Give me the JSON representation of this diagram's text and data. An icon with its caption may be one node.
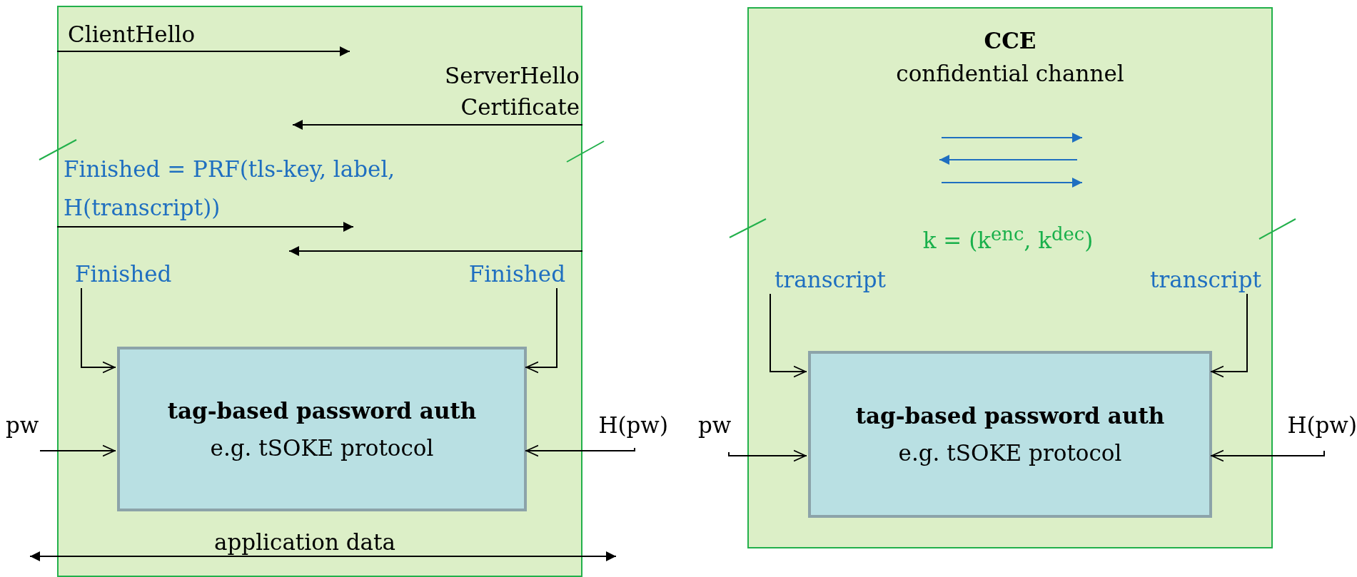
{
  "diagram": {
    "nodes": [
      {
        "text": [],
        "shape": "box"
      },
      {
        "text": [
          "Finished"
        ],
        "in": 0
      },
      {
        "text": [
          "Finished"
        ],
        "in": 0
      },
      {
        "text": [
          "tag-based password auth",
          "e.g. tSOKE protocol"
        ],
        "in": 0
      },
      {
        "text": [
          "pw"
        ]
      },
      {
        "text": [
          "H(pw)"
        ]
      },
      {
        "text": [
          "CCE",
          "confidential channel"
        ]
      },
      {
        "text": [
          "transcript"
        ],
        "in": 6
      },
      {
        "text": [
          "transcript"
        ],
        "in": 6
      },
      {
        "text": [
          "tag-based password auth",
          "e.g. tSOKE protocol"
        ],
        "in": 6
      },
      {
        "text": [
          "pw"
        ]
      },
      {
        "text": [
          "H(pw)"
        ]
      }
    ],
    "edges": [
      {
        "from": 0,
        "to": null,
        "arrow": "to",
        "label": "ClientHello"
      },
      {
        "from": 0,
        "to": null,
        "arrow": "to",
        "label": "ServerHello Certificate"
      },
      {
        "from": 0,
        "to": null,
        "arrow": "to",
        "label": "Finished = PRF(tls-key, label, H(transcript))"
      },
      {
        "from": 0,
        "to": null,
        "arrow": "to"
      },
      {
        "from": 1,
        "to": 3,
        "arrow": "to"
      },
      {
        "from": 2,
        "to": 3,
        "arrow": "to"
      },
      {
        "from": 4,
        "to": 3,
        "arrow": "to"
      },
      {
        "from": 5,
        "to": 3,
        "arrow": "to"
      },
      {
        "from": 7,
        "to": 9,
        "arrow": "to"
      },
      {
        "from": 8,
        "to": 9,
        "arrow": "to"
      },
      {
        "from": 10,
        "to": 9,
        "arrow": "to"
      },
      {
        "from": 11,
        "to": 9,
        "arrow": "to"
      }
    ],
    "labels": [
      "application data",
      "k = (k$^{enc}$, k$^{dec}$)"
    ]
  }
}
